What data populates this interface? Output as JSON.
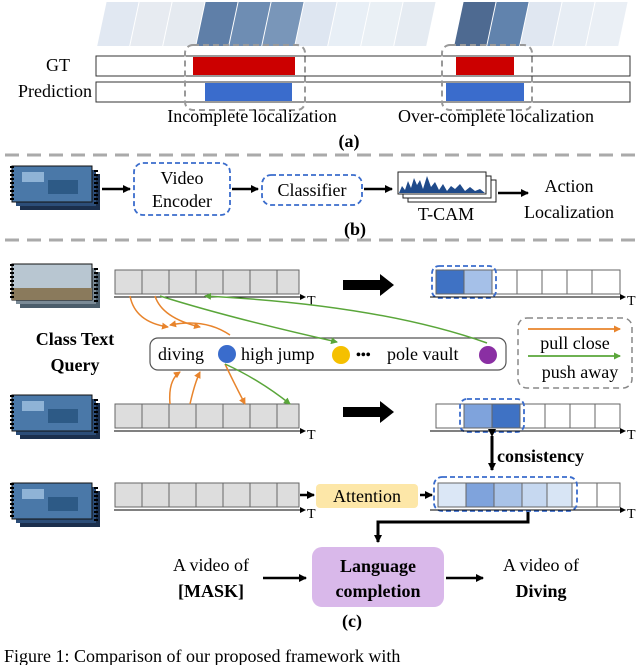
{
  "panel_a": {
    "gt_label": "GT",
    "pred_label": "Prediction",
    "incomplete_label": "Incomplete localization",
    "overcomplete_label": "Over-complete localization",
    "caption": "(a)"
  },
  "panel_b": {
    "video_encoder": [
      "Video",
      "Encoder"
    ],
    "classifier": "Classifier",
    "tcam": "T-CAM",
    "action_localization": [
      "Action",
      "Localization"
    ],
    "caption": "(b)"
  },
  "panel_c": {
    "class_text_query": [
      "Class Text",
      "Query"
    ],
    "queries": [
      "diving",
      "high jump",
      "•••",
      "pole vault"
    ],
    "legend": {
      "pull": "pull close",
      "push": "push away"
    },
    "axis_t": "T",
    "consistency": "consistency",
    "attention": "Attention",
    "input_text": [
      "A video of",
      "[MASK]"
    ],
    "language_completion": [
      "Language",
      "completion"
    ],
    "output_text": [
      "A video of",
      "Diving"
    ],
    "caption": "(c)"
  },
  "footer": "Figure 1:  Comparison of our proposed framework with"
}
